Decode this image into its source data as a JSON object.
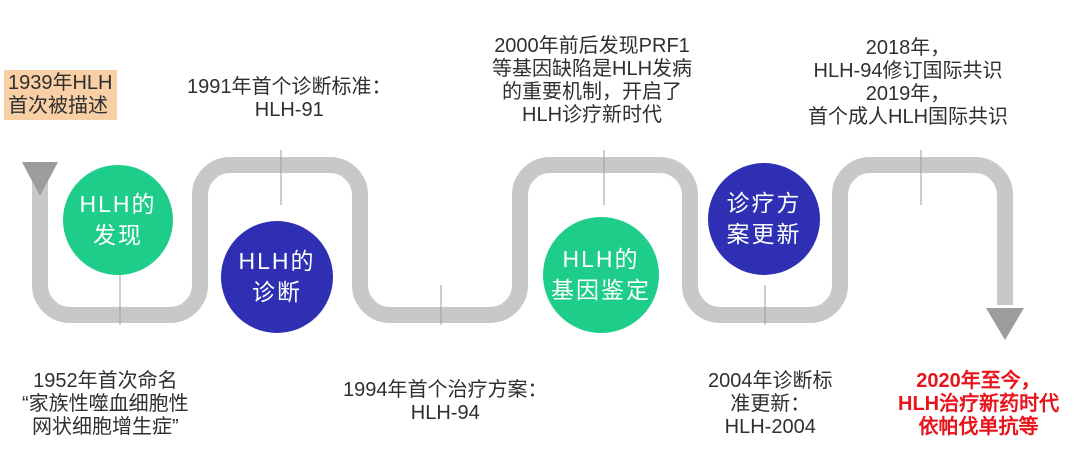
{
  "colors": {
    "track": "#c8c8c8",
    "arrow": "#9c9c9c",
    "green": "#1fcd8a",
    "blue": "#2e2fb2",
    "highlight": "#f9cfa6",
    "red": "#e8141c"
  },
  "milestones": {
    "m1939": [
      "1939年HLH",
      "首次被描述"
    ],
    "m1991": [
      "1991年首个诊断标准：",
      "HLH-91"
    ],
    "m2000": [
      "2000年前后发现PRF1",
      "等基因缺陷是HLH发病",
      "的重要机制，开启了",
      "HLH诊疗新时代"
    ],
    "m2018": [
      "2018年，",
      "HLH-94修订国际共识",
      "2019年，",
      "首个成人HLH国际共识"
    ],
    "m1952": [
      "1952年首次命名",
      "“家族性噬血细胞性",
      "网状细胞增生症”"
    ],
    "m1994": [
      "1994年首个治疗方案：",
      "HLH-94"
    ],
    "m2004": [
      "2004年诊断标",
      "准更新：",
      "HLH-2004"
    ],
    "m2020": [
      "2020年至今，",
      "HLH治疗新药时代",
      "依帕伐单抗等"
    ]
  },
  "phases": {
    "discovery": [
      "HLH的",
      "发现"
    ],
    "diagnosis": [
      "HLH的",
      "诊断"
    ],
    "genetic": [
      "HLH的",
      "基因鉴定"
    ],
    "update": [
      "诊疗方",
      "案更新"
    ]
  }
}
